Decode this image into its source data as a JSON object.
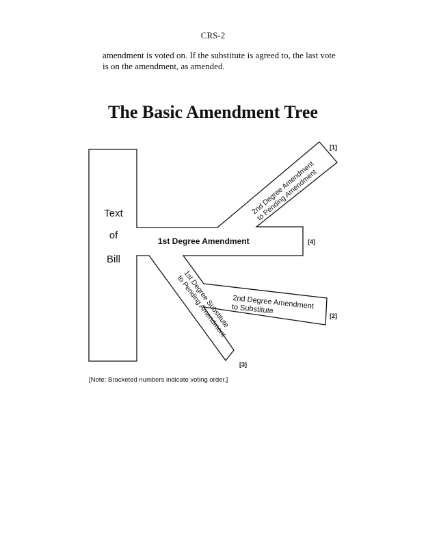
{
  "page": {
    "header": "CRS-2",
    "intro_text": "amendment is voted on.  If the substitute is agreed to, the last vote is on the amendment, as amended."
  },
  "diagram": {
    "title": "The Basic Amendment Tree",
    "trunk": {
      "line1": "Text",
      "line2": "of",
      "line3": "Bill"
    },
    "branches": {
      "first_degree_amendment": {
        "label": "1st Degree Amendment",
        "order": "[4]"
      },
      "second_degree_to_pending": {
        "line1": "2nd Degree Amendment",
        "line2": "to Pending Amendment",
        "order": "[1]"
      },
      "second_degree_to_substitute": {
        "line1": "2nd Degree Amendment",
        "line2": "to Substitute",
        "order": "[2]"
      },
      "first_degree_substitute": {
        "line1": "1st Degree Substitute",
        "line2": "to Pending Amendment",
        "order": "[3]"
      }
    },
    "note": "[Note: Bracketed numbers indicate voting order.]"
  }
}
